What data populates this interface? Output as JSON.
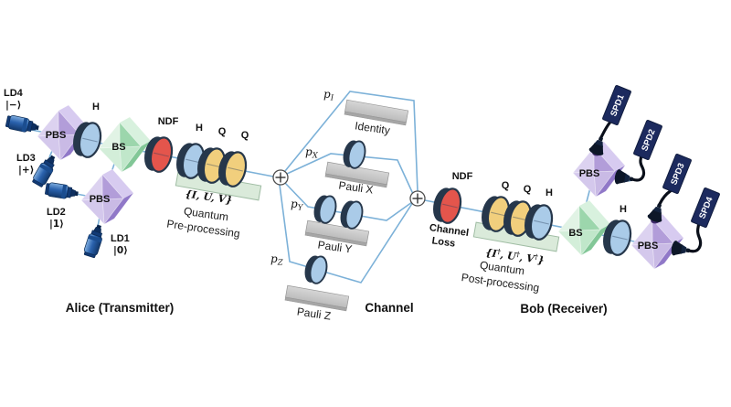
{
  "colors": {
    "beam": "#7cb1d8",
    "rim": "#26374b",
    "plate_blue": "#aacbe8",
    "plate_yellow": "#f1cf7d",
    "filter_red": "#e4554c",
    "pbs_purple": "#b9a4de",
    "bs_green": "#a5dab4",
    "platform": "#d7e8d7",
    "slab": "#c6c6c6",
    "detector": "#1c2a5e",
    "laser": "#2a62ad",
    "cable": "#0a0f1a"
  },
  "alice": {
    "title": "Alice (Transmitter)",
    "lasers": [
      {
        "id": "LD4",
        "state": "|−⟩"
      },
      {
        "id": "LD3",
        "state": "|+⟩"
      },
      {
        "id": "LD2",
        "state": "|1⟩"
      },
      {
        "id": "LD1",
        "state": "|0⟩"
      }
    ],
    "pbs_top": "PBS",
    "pbs_bottom": "PBS",
    "bs": "BS",
    "hwp": "H",
    "ndf": "NDF",
    "plates": [
      "H",
      "Q",
      "Q"
    ],
    "ops": "{I, U, V}",
    "process_line1": "Quantum",
    "process_line2": "Pre-processing"
  },
  "channel": {
    "title": "Channel",
    "branches": [
      {
        "p": "p",
        "sub": "I",
        "gate": "Identity"
      },
      {
        "p": "p",
        "sub": "X",
        "gate": "Pauli X"
      },
      {
        "p": "p",
        "sub": "Y",
        "gate": "Pauli Y"
      },
      {
        "p": "p",
        "sub": "Z",
        "gate": "Pauli Z"
      }
    ]
  },
  "bob": {
    "title": "Bob (Receiver)",
    "ndf": "NDF",
    "loss_line1": "Channel",
    "loss_line2": "Loss",
    "plates": [
      "Q",
      "Q",
      "H"
    ],
    "ops_open": "{",
    "ops_close": "}",
    "ops_sep": ", ",
    "ops_base": [
      "I",
      "U",
      "V"
    ],
    "ops_sup": "†",
    "process_line1": "Quantum",
    "process_line2": "Post-processing",
    "bs": "BS",
    "hwp": "H",
    "pbs_top": "PBS",
    "pbs_bottom": "PBS",
    "detectors": [
      "SPD1",
      "SPD2",
      "SPD3",
      "SPD4"
    ]
  }
}
